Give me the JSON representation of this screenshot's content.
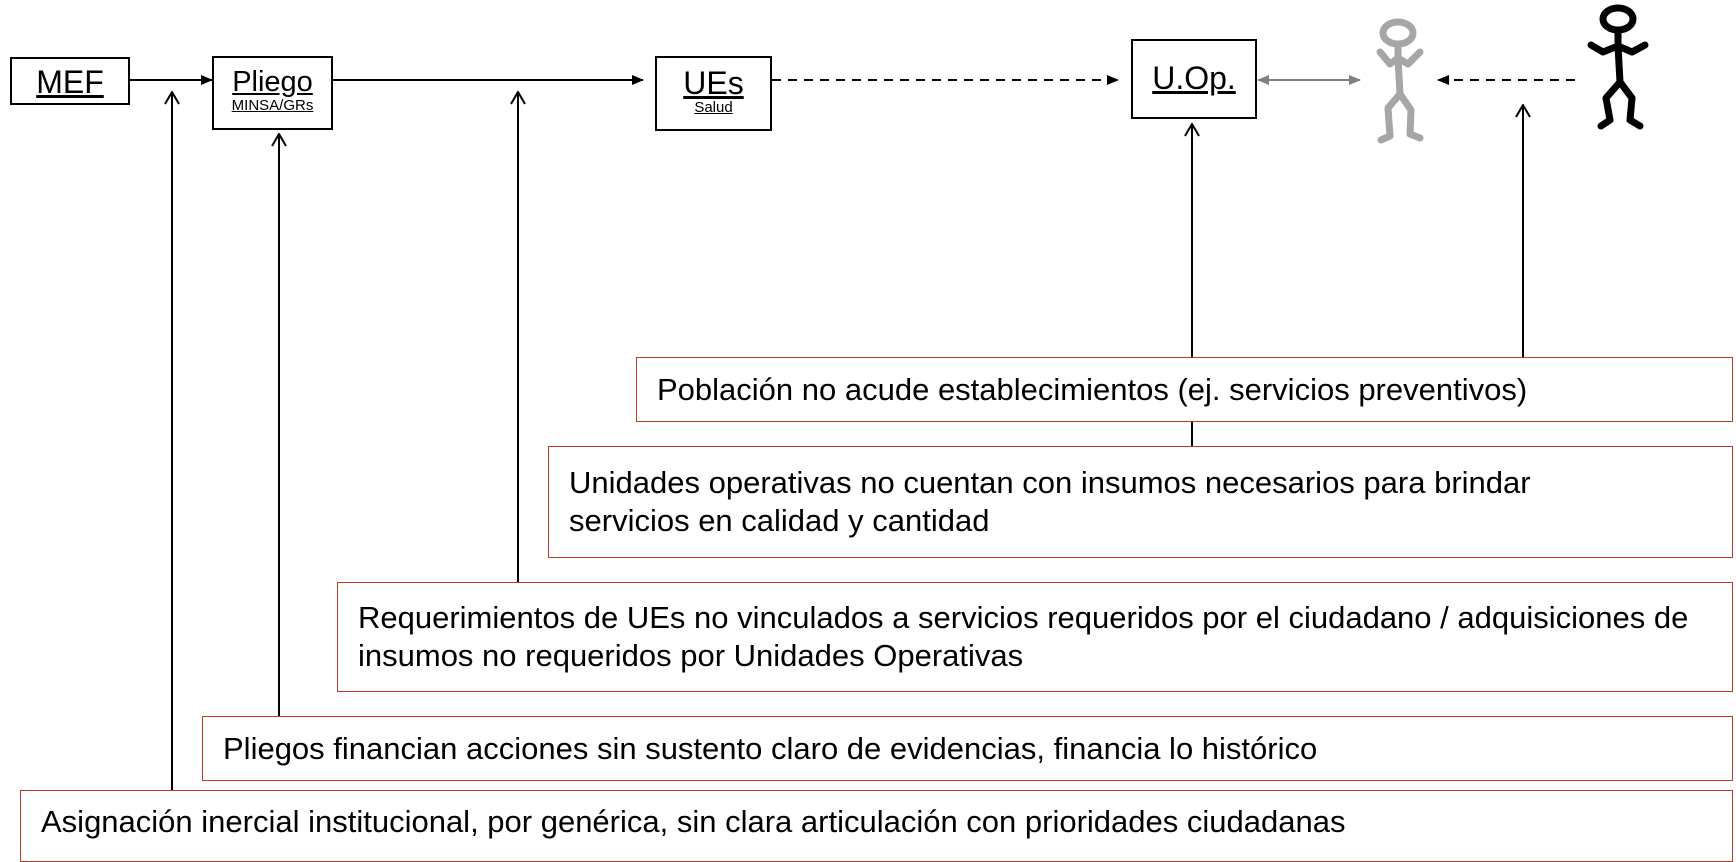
{
  "nodes": {
    "mef": {
      "label": "MEF"
    },
    "pliego": {
      "label": "Pliego",
      "sub": "MINSA/GRs"
    },
    "ues": {
      "label": "UEs",
      "sub": "Salud"
    },
    "uop": {
      "label": "U.Op."
    }
  },
  "problems": {
    "poblacion": "Población no acude establecimientos (ej. servicios preventivos)",
    "unidades": "Unidades operativas no cuentan con insumos necesarios para brindar servicios en calidad y cantidad",
    "requerimientos": "Requerimientos de UEs no vinculados a servicios requeridos por el ciudadano / adquisiciones de insumos no requeridos por Unidades Operativas",
    "pliegos": "Pliegos financian acciones sin sustento claro de evidencias, financia lo histórico",
    "asignacion": "Asignación  inercial institucional, por genérica, sin clara articulación con prioridades ciudadanas"
  },
  "colors": {
    "line": "#000000",
    "problem_border": "#c0392b",
    "gray_figure": "#a6a6a6",
    "gray_arrow": "#808080"
  },
  "figures": [
    "stick-figure-citizen-gray-icon",
    "stick-figure-citizen-black-icon"
  ]
}
